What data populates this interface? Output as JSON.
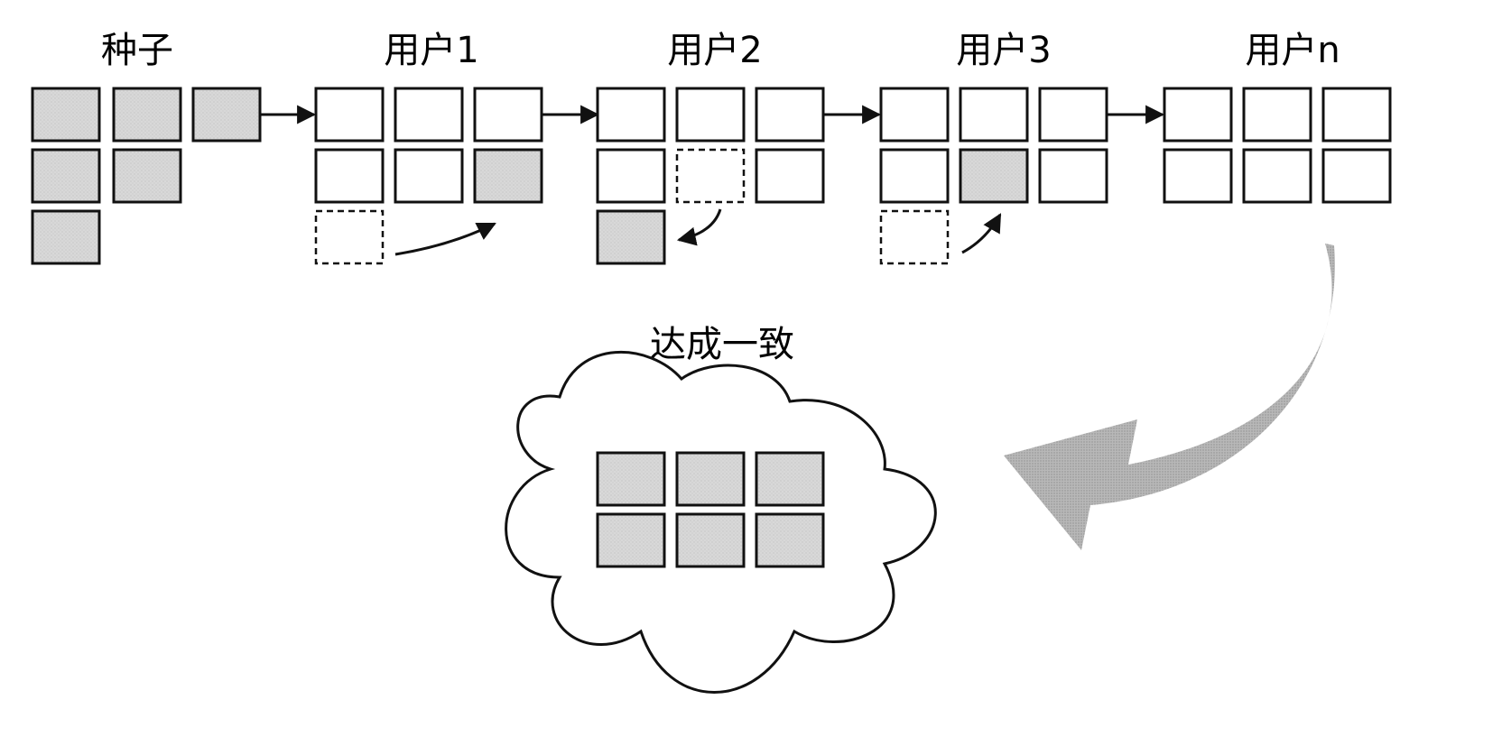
{
  "labels": {
    "seed": "种子",
    "user1": "用户1",
    "user2": "用户2",
    "user3": "用户3",
    "usern": "用户n",
    "consensus": "达成一致"
  },
  "colors": {
    "stroke": "#111111",
    "filled_block": "#d6d6d6",
    "empty_block": "#ffffff",
    "big_arrow": "#b4b4b4",
    "background": "#ffffff"
  },
  "icons": {
    "cloud": "cloud-shape",
    "arrow": "arrow-right-icon",
    "curved_arrow": "curved-arrow-icon",
    "big_arrow": "big-curved-arrow-icon"
  }
}
